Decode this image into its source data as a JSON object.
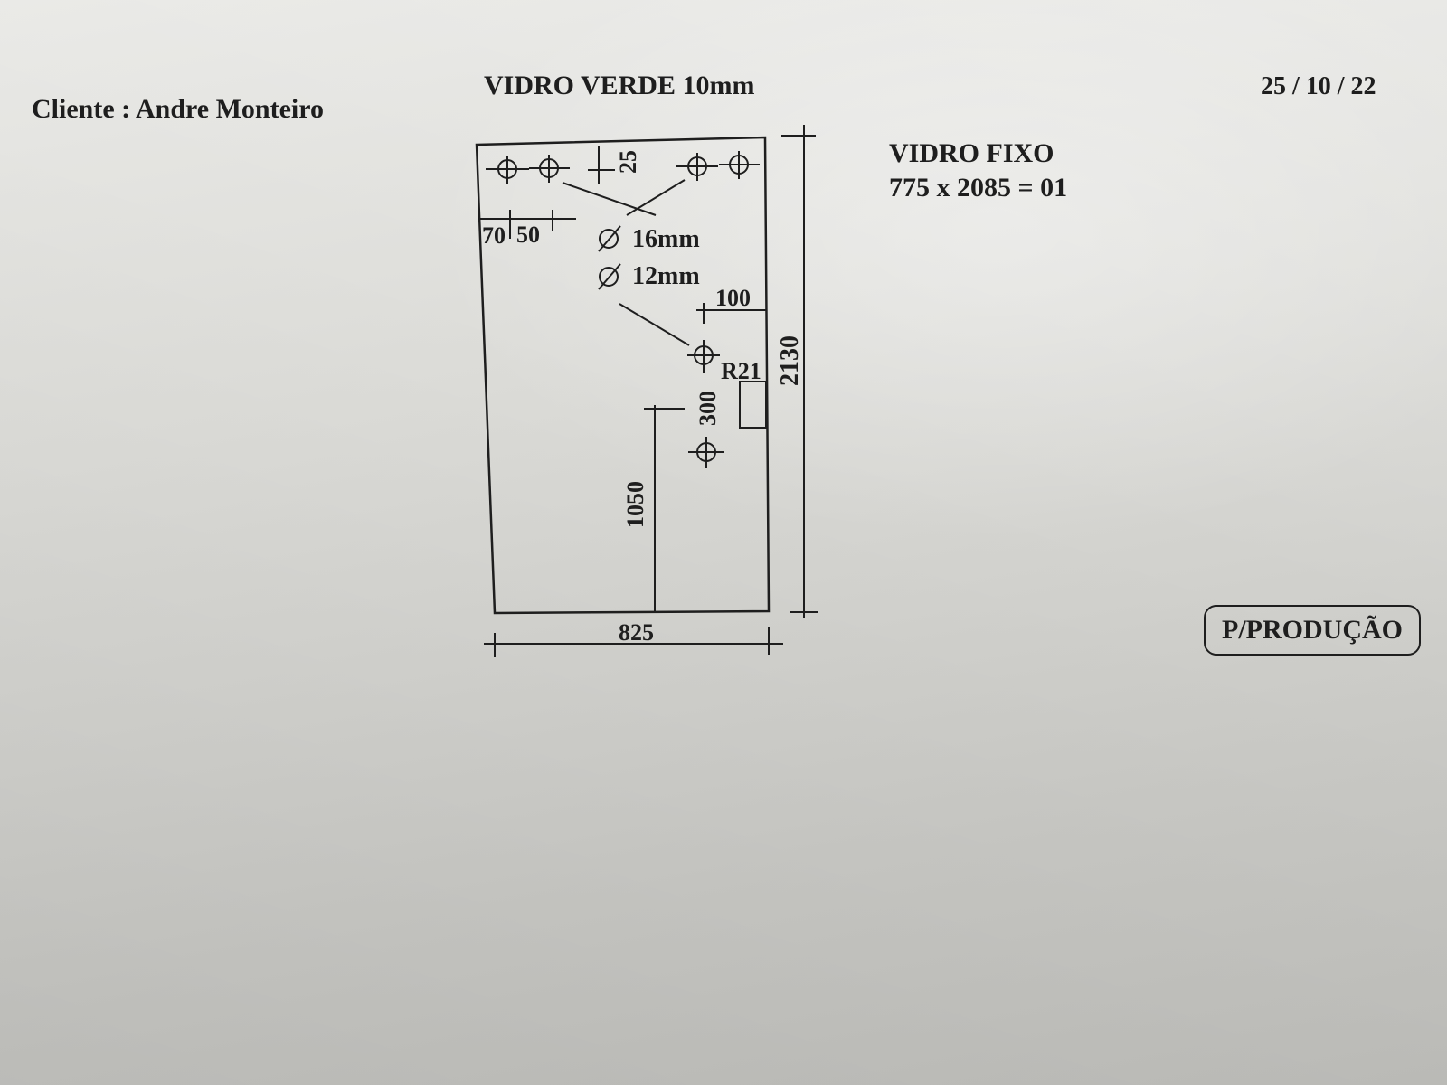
{
  "header": {
    "client_label": "Cliente : Andre Monteiro",
    "glass_spec": "VIDRO VERDE 10mm",
    "date": "25 / 10 / 22"
  },
  "piece": {
    "type": "VIDRO FIXO",
    "size": "775 x 2085 = 01"
  },
  "drawing": {
    "width_dim": "825",
    "height_dim": "2130",
    "hole_left_offset": "70",
    "hole_spacing": "50",
    "hole_top_offset": "25",
    "hole_diameter_large": "16mm",
    "hole_diameter_small": "12mm",
    "side_offset": "100",
    "notch_radius": "R21",
    "hole_vertical_spacing": "300",
    "handle_height": "1050"
  },
  "stamp": {
    "label": "P/PRODUÇÃO"
  }
}
